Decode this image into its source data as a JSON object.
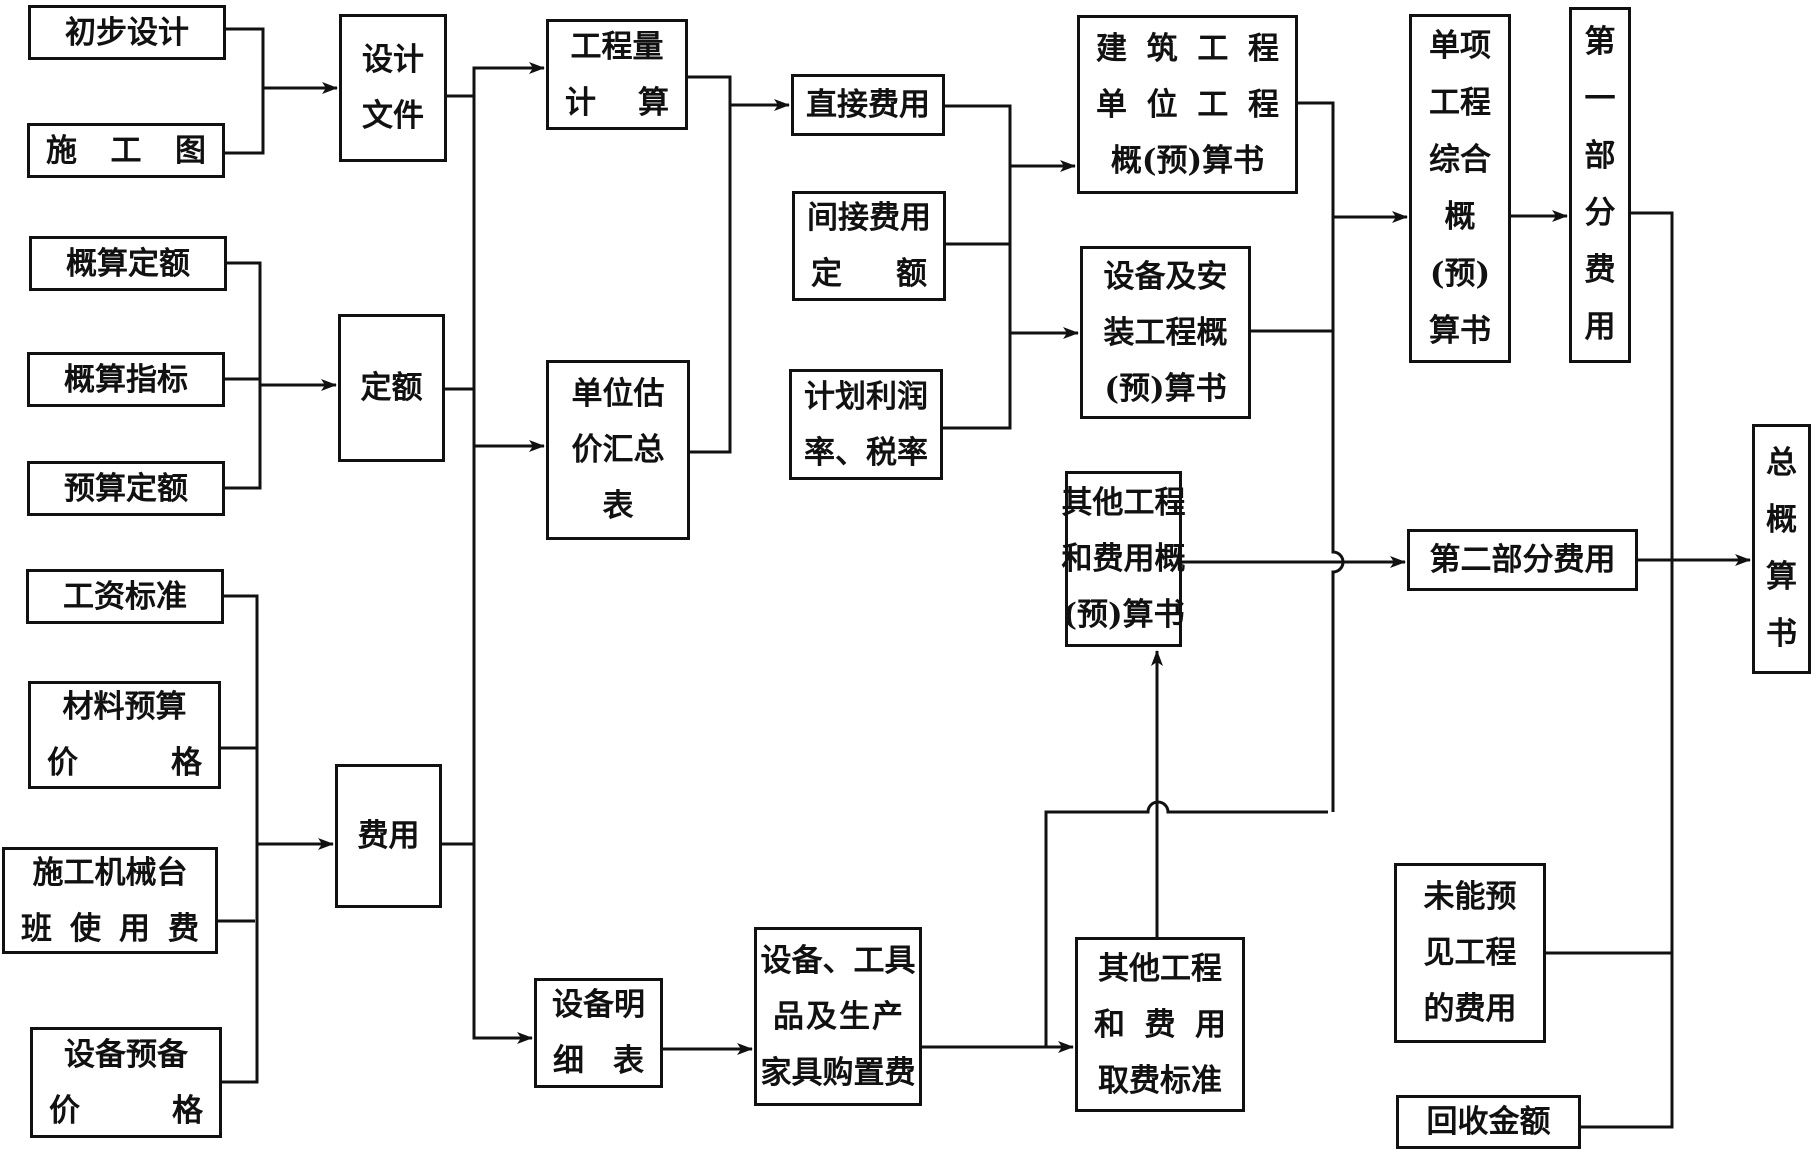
{
  "diagram": {
    "title": "建设项目总概算书编制程序",
    "nodes": [
      {
        "id": "chubu_sheji",
        "lines": [
          "初步设计"
        ]
      },
      {
        "id": "shigong_tu",
        "lines": [
          "施 工 图"
        ]
      },
      {
        "id": "gaisuan_dinge",
        "lines": [
          "概算定额"
        ]
      },
      {
        "id": "gaisuan_zhibiao",
        "lines": [
          "概算指标"
        ]
      },
      {
        "id": "yusuan_dinge",
        "lines": [
          "预算定额"
        ]
      },
      {
        "id": "gongzi_biaozhun",
        "lines": [
          "工资标准"
        ]
      },
      {
        "id": "cailiao_jiage",
        "lines": [
          "材料预算",
          "价　　格"
        ]
      },
      {
        "id": "jixie_taiban",
        "lines": [
          "施工机械台",
          "班 使 用 费"
        ]
      },
      {
        "id": "shebei_jiage",
        "lines": [
          "设备预备",
          "价　　格"
        ]
      },
      {
        "id": "sheji_wenjian",
        "lines": [
          "设计",
          "文件"
        ]
      },
      {
        "id": "dinge",
        "lines": [
          "定额"
        ]
      },
      {
        "id": "feiyong",
        "lines": [
          "费用"
        ]
      },
      {
        "id": "gongchengliang",
        "lines": [
          "工程量",
          "计　算"
        ]
      },
      {
        "id": "danwei_gujia",
        "lines": [
          "单位估",
          "价汇总",
          "表"
        ]
      },
      {
        "id": "shebei_mingxi",
        "lines": [
          "设备明",
          "细　表"
        ]
      },
      {
        "id": "zhijie_feiyong",
        "lines": [
          "直接费用"
        ]
      },
      {
        "id": "jianjie_feiyong",
        "lines": [
          "间接费用",
          "定　　额"
        ]
      },
      {
        "id": "lirun_shuilv",
        "lines": [
          "计划利润",
          "率、税率"
        ]
      },
      {
        "id": "gouzhi_fei",
        "lines": [
          "设备、工具",
          "品 及 生 产",
          "家具购置费"
        ]
      },
      {
        "id": "jianzhu_gaisuan",
        "lines": [
          "建 筑 工 程",
          "单 位 工 程",
          "概(预)算书"
        ]
      },
      {
        "id": "anzhuang_gaisuan",
        "lines": [
          "设备及安",
          "装工程概",
          "(预)算书"
        ]
      },
      {
        "id": "qita_gaisuan",
        "lines": [
          "其他工程",
          "和费用概",
          "(预)算书"
        ]
      },
      {
        "id": "qita_biaozhun",
        "lines": [
          "其他工程",
          "和 费 用",
          "取费标准"
        ]
      },
      {
        "id": "danxiang_zonghe",
        "lines": [
          "单项",
          "工程",
          "综合",
          "概",
          "(预)",
          "算书"
        ]
      },
      {
        "id": "diyi_bufen",
        "lines": [
          "第",
          "一",
          "部",
          "分",
          "费",
          "用"
        ]
      },
      {
        "id": "dier_bufen",
        "lines": [
          "第二部分费用"
        ]
      },
      {
        "id": "weineng_yujian",
        "lines": [
          "未能预",
          "见工程",
          "的费用"
        ]
      },
      {
        "id": "huishou_jine",
        "lines": [
          "回收金额"
        ]
      },
      {
        "id": "zong_gaisuan",
        "lines": [
          "总",
          "概",
          "算",
          "书"
        ]
      }
    ],
    "edges": [
      {
        "from": [
          "chubu_sheji",
          "shigong_tu"
        ],
        "to": "sheji_wenjian"
      },
      {
        "from": [
          "gaisuan_dinge",
          "gaisuan_zhibiao",
          "yusuan_dinge"
        ],
        "to": "dinge"
      },
      {
        "from": [
          "gongzi_biaozhun",
          "cailiao_jiage",
          "jixie_taiban",
          "shebei_jiage"
        ],
        "to": "feiyong"
      },
      {
        "from": [
          "sheji_wenjian",
          "dinge",
          "feiyong"
        ],
        "to": [
          "gongchengliang",
          "danwei_gujia",
          "shebei_mingxi"
        ]
      },
      {
        "from": [
          "gongchengliang",
          "danwei_gujia"
        ],
        "to": "zhijie_feiyong"
      },
      {
        "from": [
          "zhijie_feiyong",
          "jianjie_feiyong",
          "lirun_shuilv"
        ],
        "to": [
          "jianzhu_gaisuan",
          "anzhuang_gaisuan"
        ]
      },
      {
        "from": "shebei_mingxi",
        "to": "gouzhi_fei"
      },
      {
        "from": "gouzhi_fei",
        "to": "qita_biaozhun"
      },
      {
        "from": "qita_biaozhun",
        "to": "qita_gaisuan"
      },
      {
        "from": [
          "jianzhu_gaisuan",
          "anzhuang_gaisuan",
          "gouzhi_fei"
        ],
        "to": "danxiang_zonghe"
      },
      {
        "from": "danxiang_zonghe",
        "to": "diyi_bufen"
      },
      {
        "from": "qita_gaisuan",
        "to": "dier_bufen"
      },
      {
        "from": [
          "diyi_bufen",
          "dier_bufen",
          "weineng_yujian",
          "huishou_jine"
        ],
        "to": "zong_gaisuan"
      }
    ]
  }
}
